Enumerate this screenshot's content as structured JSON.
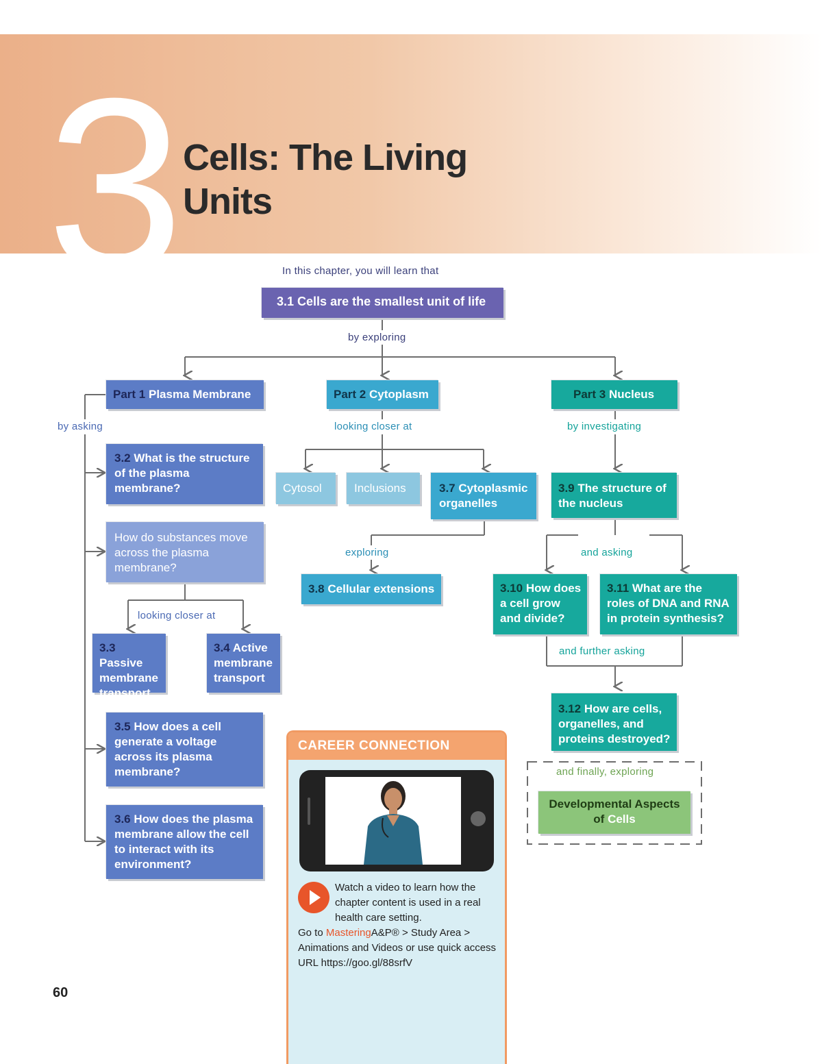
{
  "chapter": {
    "number": "3",
    "title": "Cells: The Living\nUnits"
  },
  "intro": "In this chapter, you will learn that",
  "root": {
    "num": "3.1",
    "text": "Cells are the smallest unit of life"
  },
  "labels": {
    "by_exploring": "by exploring",
    "by_asking": "by asking",
    "looking_closer_at_cyto": "looking closer at",
    "by_investigating": "by investigating",
    "looking_closer_at_membrane": "looking closer at",
    "exploring": "exploring",
    "and_asking": "and asking",
    "and_further_asking": "and further asking",
    "and_finally_exploring": "and finally, exploring"
  },
  "parts": [
    {
      "num": "Part 1",
      "text": "Plasma Membrane"
    },
    {
      "num": "Part 2",
      "text": "Cytoplasm"
    },
    {
      "num": "Part 3",
      "text": "Nucleus"
    }
  ],
  "membrane": {
    "q32_num": "3.2",
    "q32_text": "What is the structure of the plasma membrane?",
    "substances": "How do substances move across the plasma membrane?",
    "t33_num": "3.3",
    "t33_text": "Passive membrane transport",
    "t34_num": "3.4",
    "t34_text": "Active membrane transport",
    "q35_num": "3.5",
    "q35_text": "How does a cell generate a voltage across its plasma membrane?",
    "q36_num": "3.6",
    "q36_text": "How does the plasma membrane allow the cell to interact with its environment?"
  },
  "cytoplasm": {
    "cytosol": "Cytosol",
    "inclusions": "Inclusions",
    "c37_num": "3.7",
    "c37_text": "Cytoplasmic organelles",
    "c38_num": "3.8",
    "c38_text": "Cellular extensions"
  },
  "nucleus": {
    "n39_num": "3.9",
    "n39_text": "The structure of the nucleus",
    "n310_num": "3.10",
    "n310_text": "How does a cell grow and divide?",
    "n311_num": "3.11",
    "n311_text": "What are the roles of DNA and RNA in protein synthesis?",
    "n312_num": "3.12",
    "n312_text": "How are cells, organelles, and proteins destroyed?"
  },
  "developmental": {
    "prefix": "Developmental Aspects of",
    "highlight": "Cells"
  },
  "career": {
    "heading": "CAREER CONNECTION",
    "watch": "Watch a video to learn how the chapter content is used in a real health care setting.",
    "goto": "Go to",
    "mastering": "Mastering",
    "path": "A&P® > Study Area > Animations and Videos or use quick access URL https://goo.gl/88srfV"
  },
  "page_number": "60",
  "colors": {
    "banner": "#ebb089",
    "purple": "#6a63b0",
    "blue": "#5c7cc6",
    "cyan": "#3aa8cf",
    "teal": "#17a99d",
    "green": "#8cc57a",
    "career_orange": "#f19a62"
  }
}
